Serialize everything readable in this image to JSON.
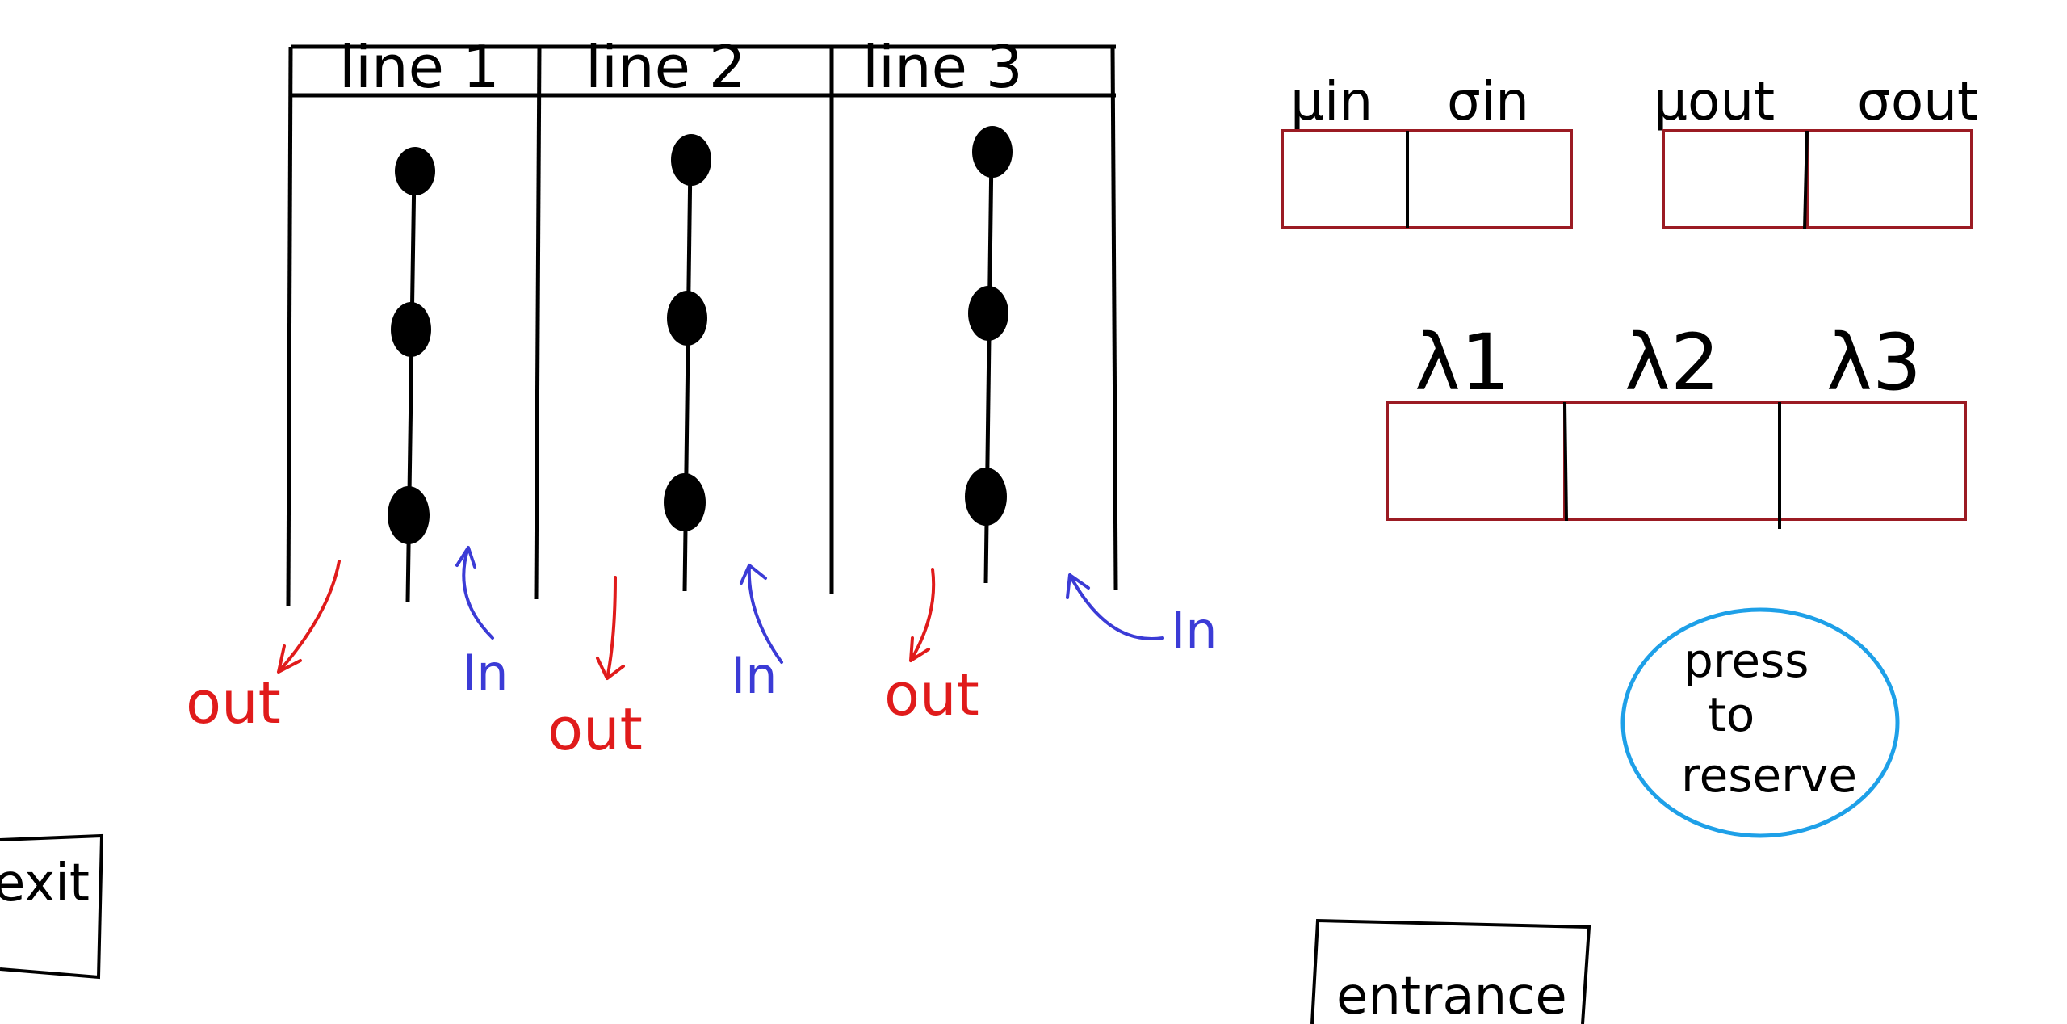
{
  "lines": {
    "headers": [
      "line 1",
      "line 2",
      "line 3"
    ],
    "out_labels": [
      "out",
      "out",
      "out"
    ],
    "in_labels": [
      "In",
      "In",
      "In"
    ]
  },
  "stats_in": {
    "mu_label": "μin",
    "sigma_label": "σin"
  },
  "stats_out": {
    "mu_label": "μout",
    "sigma_label": "σout"
  },
  "lambdas": {
    "labels": [
      "λ1",
      "λ2",
      "λ3"
    ]
  },
  "reserve_button": {
    "lines": [
      "press",
      "to",
      "reserve"
    ]
  },
  "exit_label": "exit",
  "entrance_label": "entrance",
  "colors": {
    "box_border": "#9b1b23",
    "out_arrow": "#e01b1b",
    "in_arrow": "#3b3bd6",
    "reserve_ring": "#1ea0e8"
  }
}
